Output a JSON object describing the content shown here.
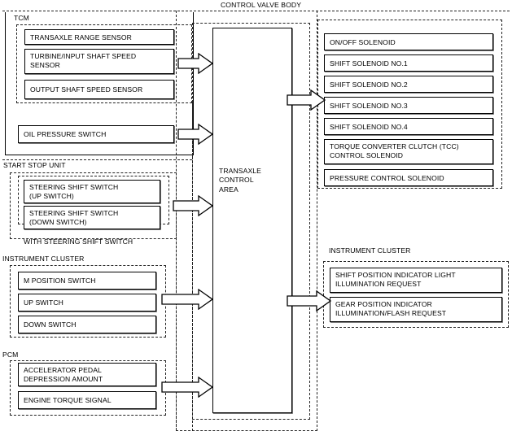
{
  "diagram": {
    "title": "CONTROL VALVE BODY",
    "center_block": {
      "label": "TRANSAXLE\nCONTROL\nAREA"
    },
    "groups": {
      "tcm": "TCM",
      "start_stop_unit": "START STOP UNIT",
      "with_steering_shift_switch": "WITH STEERING SHIFT SWITCH",
      "instrument_cluster_left": "INSTRUMENT CLUSTER",
      "pcm": "PCM",
      "instrument_cluster_right": "INSTRUMENT CLUSTER"
    },
    "inputs": {
      "tcm_sensors": [
        {
          "label": "TRANSAXLE RANGE SENSOR"
        },
        {
          "label": "TURBINE/INPUT SHAFT SPEED\nSENSOR"
        },
        {
          "label": "OUTPUT SHAFT SPEED SENSOR"
        }
      ],
      "oil_pressure": [
        {
          "label": "OIL PRESSURE SWITCH"
        }
      ],
      "steering_shift": [
        {
          "label": "STEERING SHIFT SWITCH\n(UP SWITCH)"
        },
        {
          "label": "STEERING SHIFT SWITCH\n(DOWN SWITCH)"
        }
      ],
      "instrument_cluster_switches": [
        {
          "label": "M POSITION SWITCH"
        },
        {
          "label": "UP SWITCH"
        },
        {
          "label": "DOWN SWITCH"
        }
      ],
      "pcm_signals": [
        {
          "label": "ACCELERATOR PEDAL\nDEPRESSION AMOUNT"
        },
        {
          "label": "ENGINE TORQUE SIGNAL"
        }
      ]
    },
    "outputs": {
      "solenoids": [
        {
          "label": "ON/OFF SOLENOID"
        },
        {
          "label": "SHIFT SOLENOID NO.1"
        },
        {
          "label": "SHIFT SOLENOID NO.2"
        },
        {
          "label": "SHIFT SOLENOID NO.3"
        },
        {
          "label": "SHIFT SOLENOID NO.4"
        },
        {
          "label": "TORQUE CONVERTER CLUTCH (TCC)\nCONTROL SOLENOID"
        },
        {
          "label": "PRESSURE CONTROL SOLENOID"
        }
      ],
      "instrument_cluster_requests": [
        {
          "label": "SHIFT POSITION INDICATOR LIGHT\nILLUMINATION REQUEST"
        },
        {
          "label": "GEAR POSITION INDICATOR\nILLUMINATION/FLASH REQUEST"
        }
      ]
    },
    "arrows": [
      {
        "name": "arrow-tcm-sensors-to-control"
      },
      {
        "name": "arrow-oil-pressure-to-control"
      },
      {
        "name": "arrow-steering-shift-to-control"
      },
      {
        "name": "arrow-instrument-switches-to-control"
      },
      {
        "name": "arrow-pcm-to-control"
      },
      {
        "name": "arrow-control-to-solenoids"
      },
      {
        "name": "arrow-control-to-instrument-cluster"
      }
    ],
    "colors": {
      "line": "#000000",
      "shadow": "#555555",
      "background": "#ffffff"
    }
  }
}
